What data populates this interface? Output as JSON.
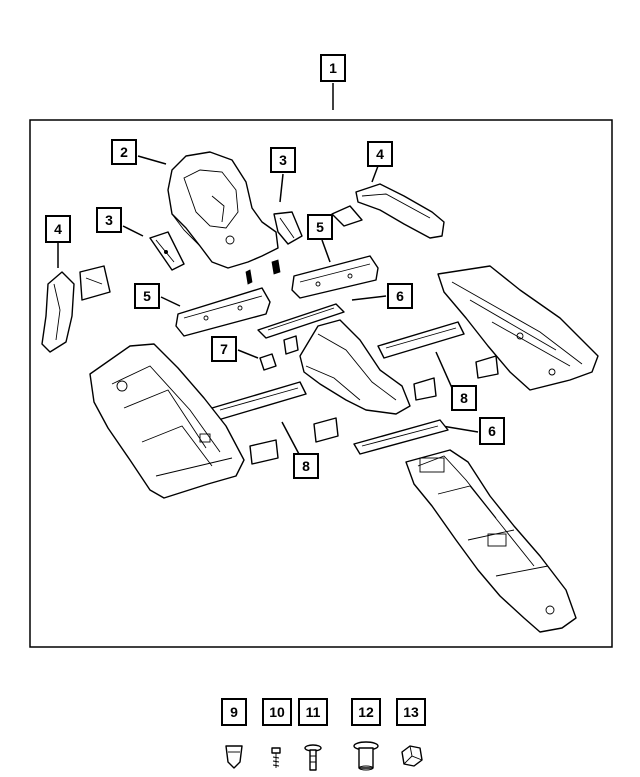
{
  "callouts": [
    {
      "id": "c1",
      "label": "1"
    },
    {
      "id": "c2",
      "label": "2"
    },
    {
      "id": "c3a",
      "label": "3"
    },
    {
      "id": "c3b",
      "label": "3"
    },
    {
      "id": "c4a",
      "label": "4"
    },
    {
      "id": "c4b",
      "label": "4"
    },
    {
      "id": "c5a",
      "label": "5"
    },
    {
      "id": "c5b",
      "label": "5"
    },
    {
      "id": "c6a",
      "label": "6"
    },
    {
      "id": "c6b",
      "label": "6"
    },
    {
      "id": "c7",
      "label": "7"
    },
    {
      "id": "c8a",
      "label": "8"
    },
    {
      "id": "c8b",
      "label": "8"
    },
    {
      "id": "c9",
      "label": "9"
    },
    {
      "id": "c10",
      "label": "10"
    },
    {
      "id": "c11",
      "label": "11"
    },
    {
      "id": "c12",
      "label": "12"
    },
    {
      "id": "c13",
      "label": "13"
    }
  ],
  "colors": {
    "line": "#000000",
    "background": "#ffffff"
  }
}
